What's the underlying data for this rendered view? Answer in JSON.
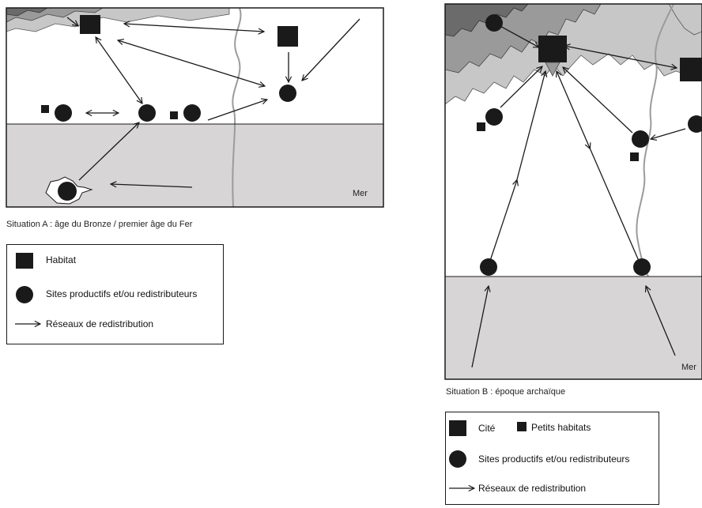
{
  "situationA": {
    "caption": "Situation A : âge du Bronze / premier âge du Fer",
    "sea_label": "Mer",
    "legend": {
      "habitat": "Habitat",
      "sites": "Sites productifs et/ou redistributeurs",
      "reseaux": "Réseaux de redistribution"
    }
  },
  "situationB": {
    "caption": "Situation B : époque archaïque",
    "sea_label": "Mer",
    "legend": {
      "cite": "Cité",
      "petits": "Petits habitats",
      "sites": "Sites productifs et/ou redistributeurs",
      "reseaux": "Réseaux de redistribution"
    }
  },
  "colors": {
    "sea": "#d8d5d7",
    "relief_light": "#c7c7c7",
    "relief_mid": "#9a9a9a",
    "relief_dark": "#6b6b6b",
    "river": "#9b9b9b",
    "ink": "#1a1a1a"
  }
}
